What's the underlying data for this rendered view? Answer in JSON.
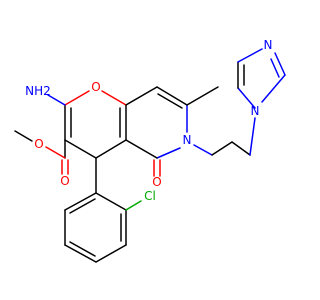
{
  "molecule": {
    "atom_colors": {
      "C": "#000000",
      "N": "#0000ff",
      "O": "#ff0000",
      "Cl": "#00aa00"
    },
    "labels": {
      "amine": "NH2",
      "pyran_oxygen": "O",
      "ester_carbonyl_oxygen": "O",
      "ester_oxygen": "O",
      "lactam_oxygen": "O",
      "ring_nitrogen": "N",
      "imidazole_n1": "N",
      "imidazole_n3": "N",
      "chlorine": "Cl"
    }
  }
}
